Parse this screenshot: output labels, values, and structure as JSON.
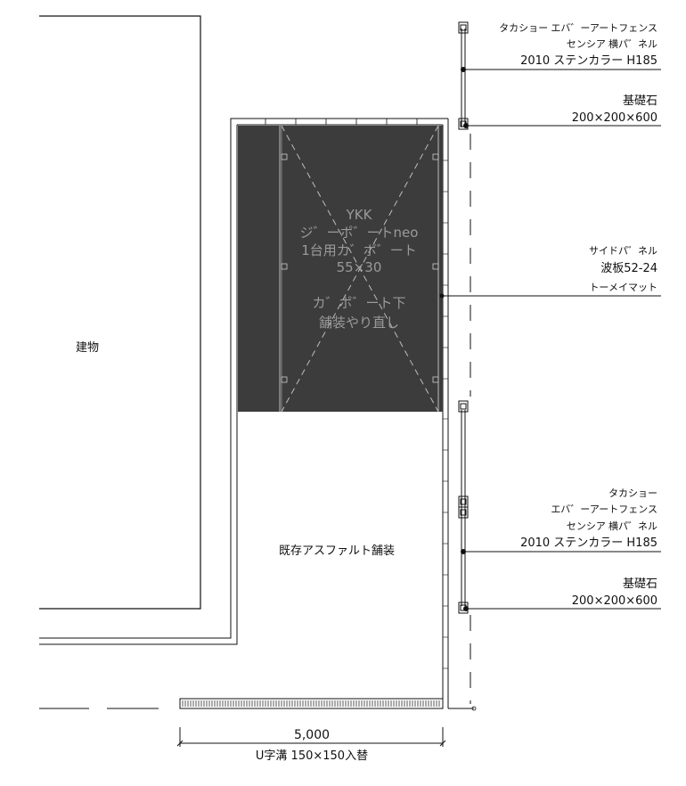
{
  "building": {
    "label": "建物"
  },
  "carport": {
    "maker": "YKK",
    "product": "ジ゛ーポ゛ートneo",
    "type": "1台用カ゛ポ゛ート",
    "size": "55×30",
    "note1": "カ゛ポ゛ート下",
    "note2": "舗装やり直し"
  },
  "paving": {
    "label": "既存アスファルト舗装"
  },
  "fence_top": {
    "line1": "タカショー エバ゛ーアートフェンス",
    "line2": "センシア 横パ゛ネル",
    "line3": "2010 ステンカラー H185"
  },
  "stone_top": {
    "line1": "基礎石",
    "line2": "200×200×600"
  },
  "side_panel": {
    "line1": "サイドパ゛ネル",
    "line2": "波板52-24",
    "line3": "トーメイマット"
  },
  "fence_bottom": {
    "line1": "タカショー",
    "line2": "エバ゛ーアートフェンス",
    "line3": "センシア 横パ゛ネル",
    "line4": "2010 ステンカラー H185"
  },
  "stone_bottom": {
    "line1": "基礎石",
    "line2": "200×200×600"
  },
  "dimension": {
    "length": "5,000",
    "gutter": "U字溝 150×150入替"
  }
}
